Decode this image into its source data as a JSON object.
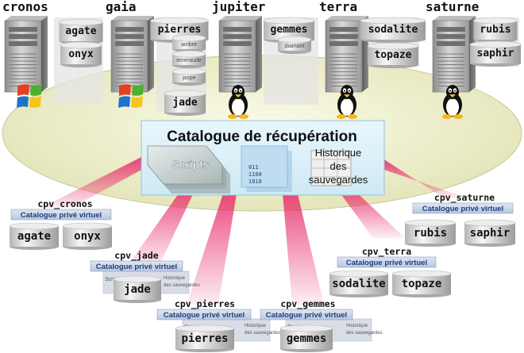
{
  "servers": [
    {
      "id": "cronos",
      "name": "cronos",
      "os": "windows",
      "databases": [
        "agate",
        "onyx"
      ],
      "small_databases": []
    },
    {
      "id": "gaia",
      "name": "gaia",
      "os": "windows",
      "databases": [
        "pierres",
        "jade"
      ],
      "small_databases": [
        "ambre",
        "emeraude",
        "jaspe"
      ]
    },
    {
      "id": "jupiter",
      "name": "jupiter",
      "os": "linux",
      "databases": [
        "gemmes"
      ],
      "small_databases": [
        "diamant"
      ]
    },
    {
      "id": "terra",
      "name": "terra",
      "os": "linux",
      "databases": [
        "sodalite",
        "topaze"
      ],
      "small_databases": []
    },
    {
      "id": "saturne",
      "name": "saturne",
      "os": "linux",
      "databases": [
        "rubis",
        "saphir"
      ],
      "small_databases": []
    }
  ],
  "catalog": {
    "title": "Catalogue de récupération",
    "scripts_label": "Scripts",
    "binary_text": [
      "011",
      "1100",
      "1010"
    ],
    "history_label": [
      "Historique",
      "des",
      "sauvegardes"
    ]
  },
  "virtual_catalog_label": "Catalogue privé virtuel",
  "virtual_catalogs": [
    {
      "id": "cpv_cronos",
      "name": "cpv_cronos",
      "databases": [
        "agate",
        "onyx"
      ],
      "partial": false
    },
    {
      "id": "cpv_jade",
      "name": "cpv_jade",
      "databases": [
        "jade"
      ],
      "partial": true
    },
    {
      "id": "cpv_pierres",
      "name": "cpv_pierres",
      "databases": [
        "pierres"
      ],
      "partial": true
    },
    {
      "id": "cpv_gemmes",
      "name": "cpv_gemmes",
      "databases": [
        "gemmes"
      ],
      "partial": true
    },
    {
      "id": "cpv_terra",
      "name": "cpv_terra",
      "databases": [
        "sodalite",
        "topaze"
      ],
      "partial": false
    },
    {
      "id": "cpv_saturne",
      "name": "cpv_saturne",
      "databases": [
        "rubis",
        "saphir"
      ],
      "partial": false
    }
  ],
  "partial_overlay_text": [
    "Scripts",
    "Historique",
    "des sauvegardes"
  ],
  "colors": {
    "ellipse_fill": "#f1f1cf",
    "catalog_fill": "#dff3fb",
    "beam": "#e8336d",
    "label_bar": "#3a5a8c"
  }
}
